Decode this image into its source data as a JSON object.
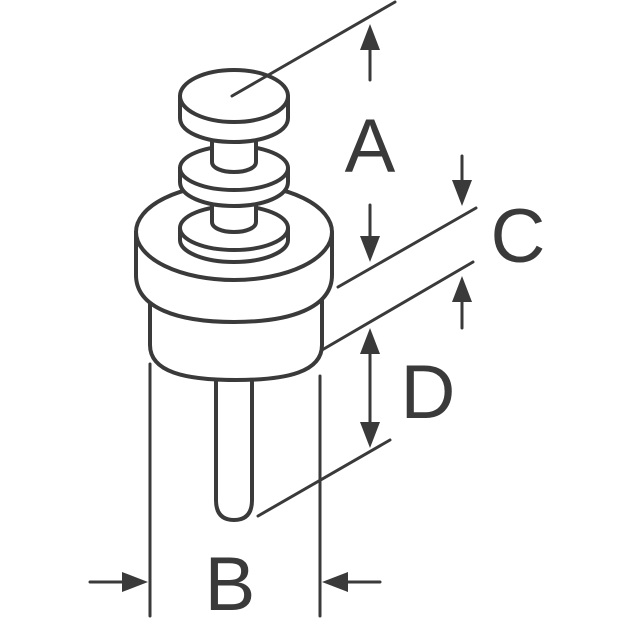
{
  "diagram": {
    "labels": {
      "a": "A",
      "b": "B",
      "c": "C",
      "d": "D"
    },
    "colors": {
      "ink": "#3a3a3a",
      "background": "#ffffff"
    }
  }
}
